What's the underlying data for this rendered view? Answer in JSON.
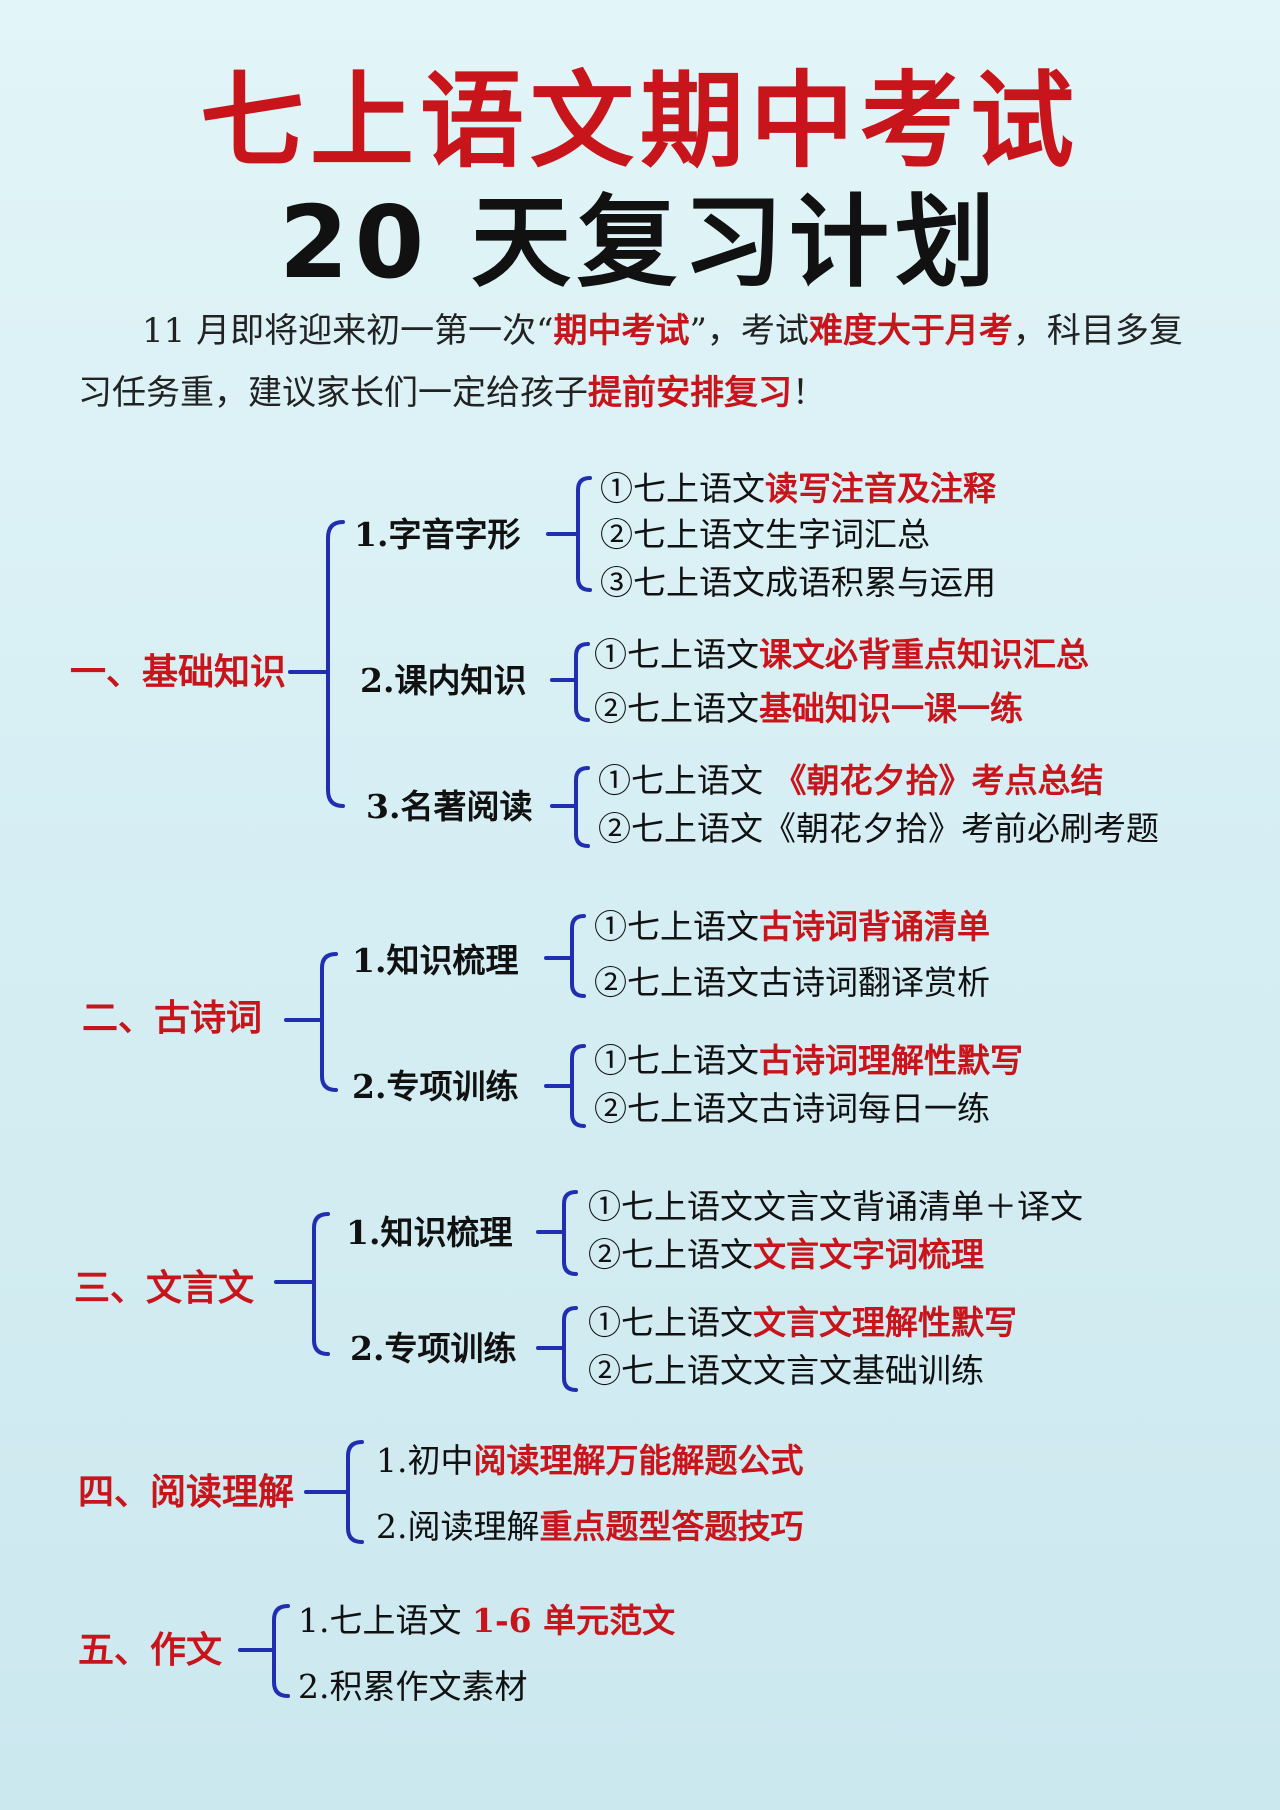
{
  "title": {
    "line1": "七上语文期中考试",
    "line2": "20 天复习计划"
  },
  "intro": {
    "p1": "11 月即将迎来初一第一次“",
    "r1": "期中考试",
    "p2": "”，考试",
    "r2": "难度大于月考",
    "p3": "，科目多复习任务重，建议家长们一定给孩子",
    "r3": "提前安排复习",
    "p4": "！"
  },
  "s1": {
    "label": "一、基础知识",
    "a": {
      "label": "1.字音字形",
      "i1": {
        "pre": "①七上语文",
        "hl": "读写注音及注释"
      },
      "i2": {
        "pre": "②七上语文生字词汇总"
      },
      "i3": {
        "pre": "③七上语文成语积累与运用"
      }
    },
    "b": {
      "label": "2.课内知识",
      "i1": {
        "pre": "①七上语文",
        "hl": "课文必背重点知识汇总"
      },
      "i2": {
        "pre": "②七上语文",
        "hl": "基础知识一课一练"
      }
    },
    "c": {
      "label": "3.名著阅读",
      "i1": {
        "pre": "①七上语文 ",
        "hl": "《朝花夕拾》考点总结"
      },
      "i2": {
        "pre": "②七上语文《朝花夕拾》考前必刷考题"
      }
    }
  },
  "s2": {
    "label": "二、古诗词",
    "a": {
      "label": "1.知识梳理",
      "i1": {
        "pre": "①七上语文",
        "hl": "古诗词背诵清单"
      },
      "i2": {
        "pre": "②七上语文古诗词翻译赏析"
      }
    },
    "b": {
      "label": "2.专项训练",
      "i1": {
        "pre": "①七上语文",
        "hl": "古诗词理解性默写"
      },
      "i2": {
        "pre": "②七上语文古诗词每日一练"
      }
    }
  },
  "s3": {
    "label": "三、文言文",
    "a": {
      "label": "1.知识梳理",
      "i1": {
        "pre": "①七上语文文言文背诵清单＋译文"
      },
      "i2": {
        "pre": "②七上语文",
        "hl": "文言文字词梳理"
      }
    },
    "b": {
      "label": "2.专项训练",
      "i1": {
        "pre": "①七上语文",
        "hl": "文言文理解性默写"
      },
      "i2": {
        "pre": "②七上语文文言文基础训练"
      }
    }
  },
  "s4": {
    "label": "四、阅读理解",
    "i1": {
      "pre": "1.初中",
      "hl": "阅读理解万能解题公式"
    },
    "i2": {
      "pre": "2.阅读理解",
      "hl": "重点题型答题技巧"
    }
  },
  "s5": {
    "label": "五、作文",
    "i1": {
      "pre": "1.七上语文 ",
      "hl": "1-6 单元范文"
    },
    "i2": {
      "pre": "2.积累作文素材"
    }
  },
  "colors": {
    "red": "#c8151b",
    "bracket": "#1f2fb0"
  }
}
